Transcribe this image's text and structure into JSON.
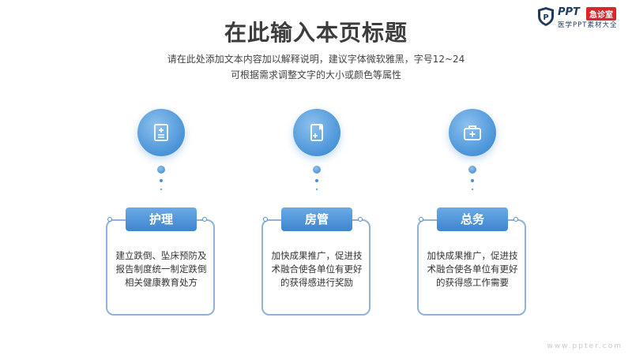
{
  "header": {
    "title": "在此输入本页标题",
    "subtitle_line1": "请在此处添加文本内容加以解释说明，建议字体微软雅黑，字号12~24",
    "subtitle_line2": "可根据需求调整文字的大小或颜色等属性"
  },
  "logo": {
    "ppt": "PPT",
    "badge": "急诊室",
    "sub": "医学PPT素材大全"
  },
  "columns": [
    {
      "icon": "medical-document-icon",
      "title": "护理",
      "text": "建立跌倒、坠床预防及报告制度统一制定跌倒相关健康教育处方"
    },
    {
      "icon": "medical-card-icon",
      "title": "房管",
      "text": "加快成果推广，促进技术融合使各单位有更好的获得感进行奖励"
    },
    {
      "icon": "medical-kit-icon",
      "title": "总务",
      "text": "加快成果推广，促进技术融合使各单位有更好的获得感工作需要"
    }
  ],
  "colors": {
    "accent": "#4a94d8",
    "card_border": "#8fb2d6",
    "logo_badge": "#d9262b"
  },
  "footer": {
    "watermark": "www.ppter.com"
  }
}
